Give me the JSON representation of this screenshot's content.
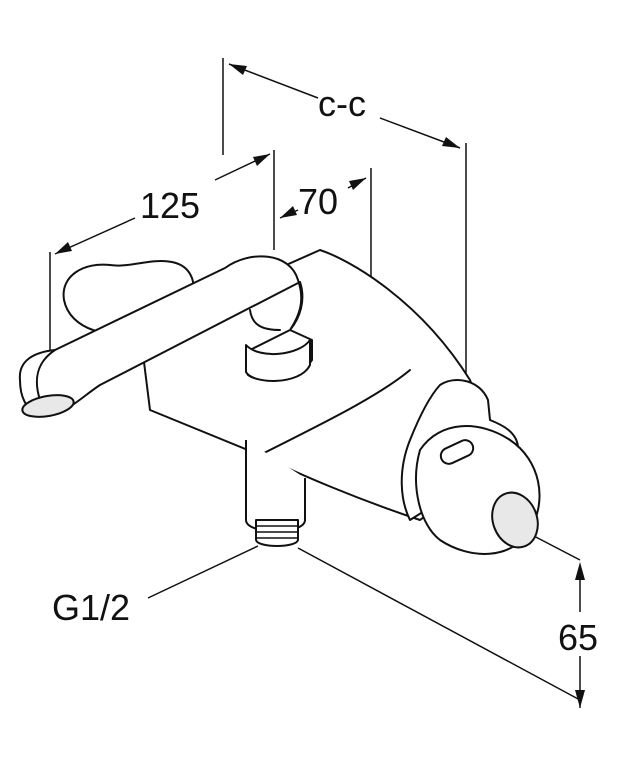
{
  "dimensions": {
    "center_to_center": "c-c",
    "spout_length": "125",
    "spout_offset": "70",
    "height": "65",
    "thread": "G1/2"
  },
  "colors": {
    "line": "#111111",
    "background": "#ffffff"
  }
}
